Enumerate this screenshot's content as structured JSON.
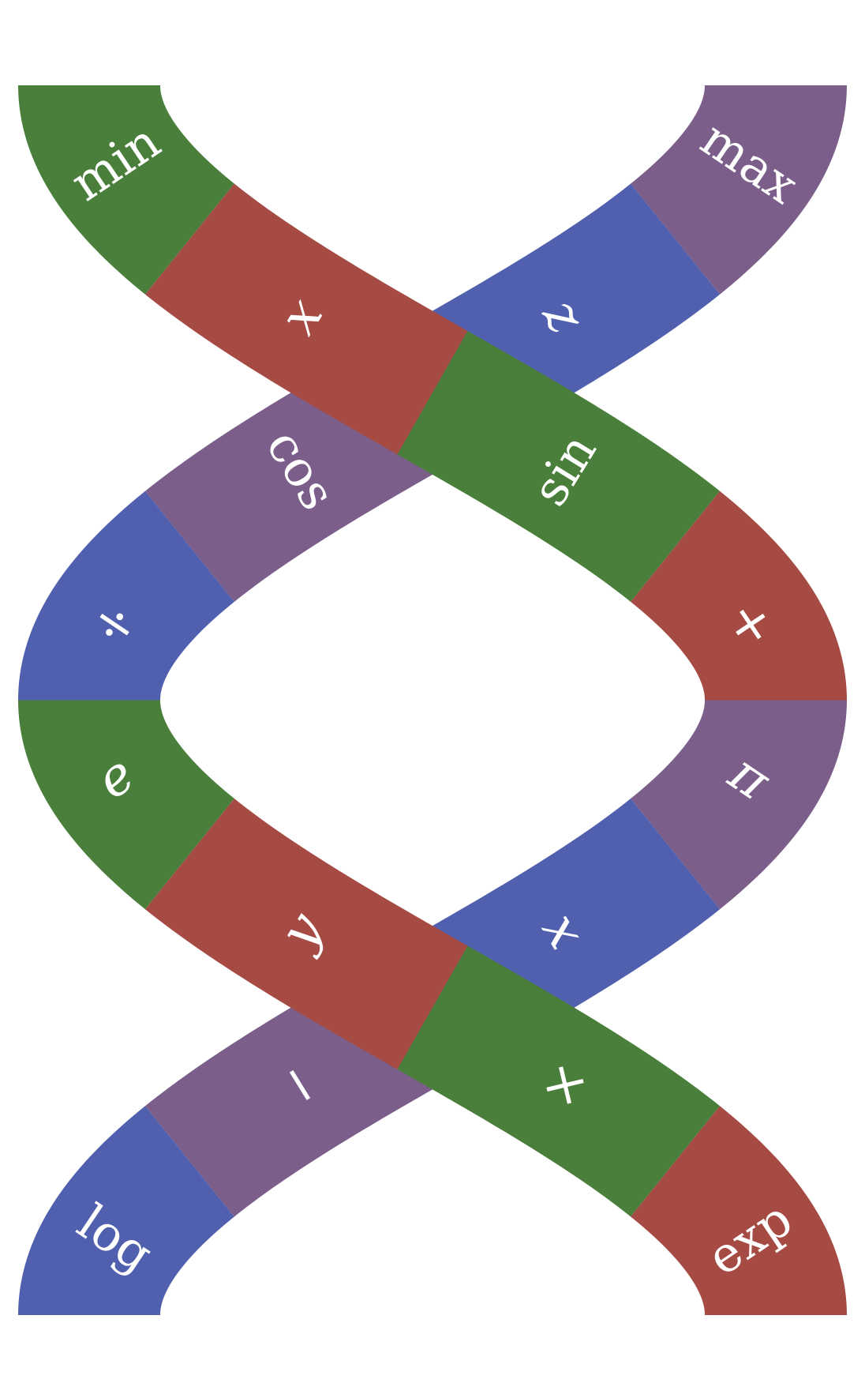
{
  "colors": {
    "green": "#4a7f3b",
    "red": "#a64b44",
    "blue": "#5060ae",
    "purple": "#7b5f8a",
    "background": "#ffffff",
    "label": "#ffffff"
  },
  "strand_a": {
    "segments": [
      {
        "label": "min",
        "color": "green",
        "italic": false
      },
      {
        "label": "x",
        "color": "red",
        "italic": true
      },
      {
        "label": "sin",
        "color": "green",
        "italic": false
      },
      {
        "label": "+",
        "color": "red",
        "italic": false
      },
      {
        "label": "π",
        "color": "purple",
        "italic": true
      },
      {
        "label": "x",
        "color": "blue",
        "italic": true
      },
      {
        "label": "−",
        "color": "purple",
        "italic": false
      },
      {
        "label": "log",
        "color": "blue",
        "italic": false
      }
    ]
  },
  "strand_b": {
    "segments": [
      {
        "label": "max",
        "color": "purple",
        "italic": false
      },
      {
        "label": "z",
        "color": "blue",
        "italic": true
      },
      {
        "label": "cos",
        "color": "purple",
        "italic": false
      },
      {
        "label": "÷",
        "color": "blue",
        "italic": false
      },
      {
        "label": "e",
        "color": "green",
        "italic": true
      },
      {
        "label": "y",
        "color": "red",
        "italic": true
      },
      {
        "label": "×",
        "color": "green",
        "italic": false
      },
      {
        "label": "exp",
        "color": "red",
        "italic": false
      }
    ]
  }
}
